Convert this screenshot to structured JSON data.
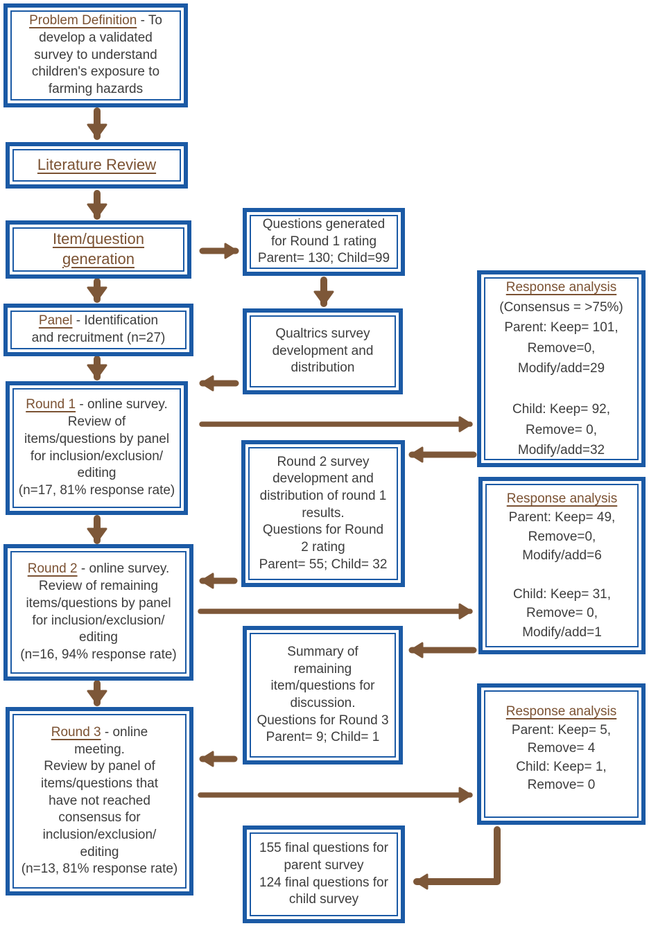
{
  "colors": {
    "box_border": "#1B5AA5",
    "arrow": "#7D5738",
    "heading_text": "#7B5233",
    "body_text": "#3D3D3D"
  },
  "boxes": {
    "problem_definition": {
      "heading": "Problem Definition",
      "rest": " - To\ndevelop a validated\nsurvey to understand\nchildren's exposure to\nfarming hazards"
    },
    "literature_review": {
      "heading": "Literature Review"
    },
    "item_question_generation": {
      "heading": "Item/question\ngeneration"
    },
    "panel": {
      "heading": "Panel",
      "rest": " - Identification\nand recruitment (n=27)"
    },
    "round1": {
      "heading": "Round 1",
      "rest": " - online survey.\nReview of\nitems/questions by panel\nfor inclusion/exclusion/\nediting\n(n=17, 81% response rate)"
    },
    "round2": {
      "heading": "Round 2",
      "rest": " - online survey.\nReview of remaining\nitems/questions by panel\nfor inclusion/exclusion/\nediting\n(n=16, 94% response rate)"
    },
    "round3": {
      "heading": "Round 3",
      "rest": " - online\nmeeting.\nReview by panel of\nitems/questions that\nhave not reached\nconsensus for\ninclusion/exclusion/\nediting\n(n=13, 81% response rate)"
    },
    "questions_generated": {
      "text": "Questions generated\nfor Round 1 rating\nParent= 130; Child=99"
    },
    "qualtrics": {
      "text": "Qualtrics survey\ndevelopment and\ndistribution"
    },
    "round2_survey": {
      "text": "Round 2 survey\ndevelopment and\ndistribution of round 1\nresults.\nQuestions for Round\n2 rating\nParent= 55; Child= 32"
    },
    "summary": {
      "text": "Summary of\nremaining\nitem/questions for\ndiscussion.\nQuestions for Round 3\nParent= 9; Child= 1"
    },
    "final_questions": {
      "text": "155 final questions for\nparent survey\n124 final questions for\nchild survey"
    },
    "response_analysis_1": {
      "heading": "Response analysis",
      "rest": "\n(Consensus = >75%)\nParent: Keep= 101,\nRemove=0,\nModify/add=29\n\nChild: Keep= 92,\nRemove= 0,\nModify/add=32"
    },
    "response_analysis_2": {
      "heading": "Response analysis",
      "rest": "\nParent: Keep= 49,\nRemove=0,\nModify/add=6\n\nChild: Keep= 31,\nRemove= 0,\nModify/add=1"
    },
    "response_analysis_3": {
      "heading": "Response analysis",
      "rest": "\nParent: Keep= 5,\nRemove= 4\nChild: Keep= 1,\nRemove= 0"
    }
  }
}
